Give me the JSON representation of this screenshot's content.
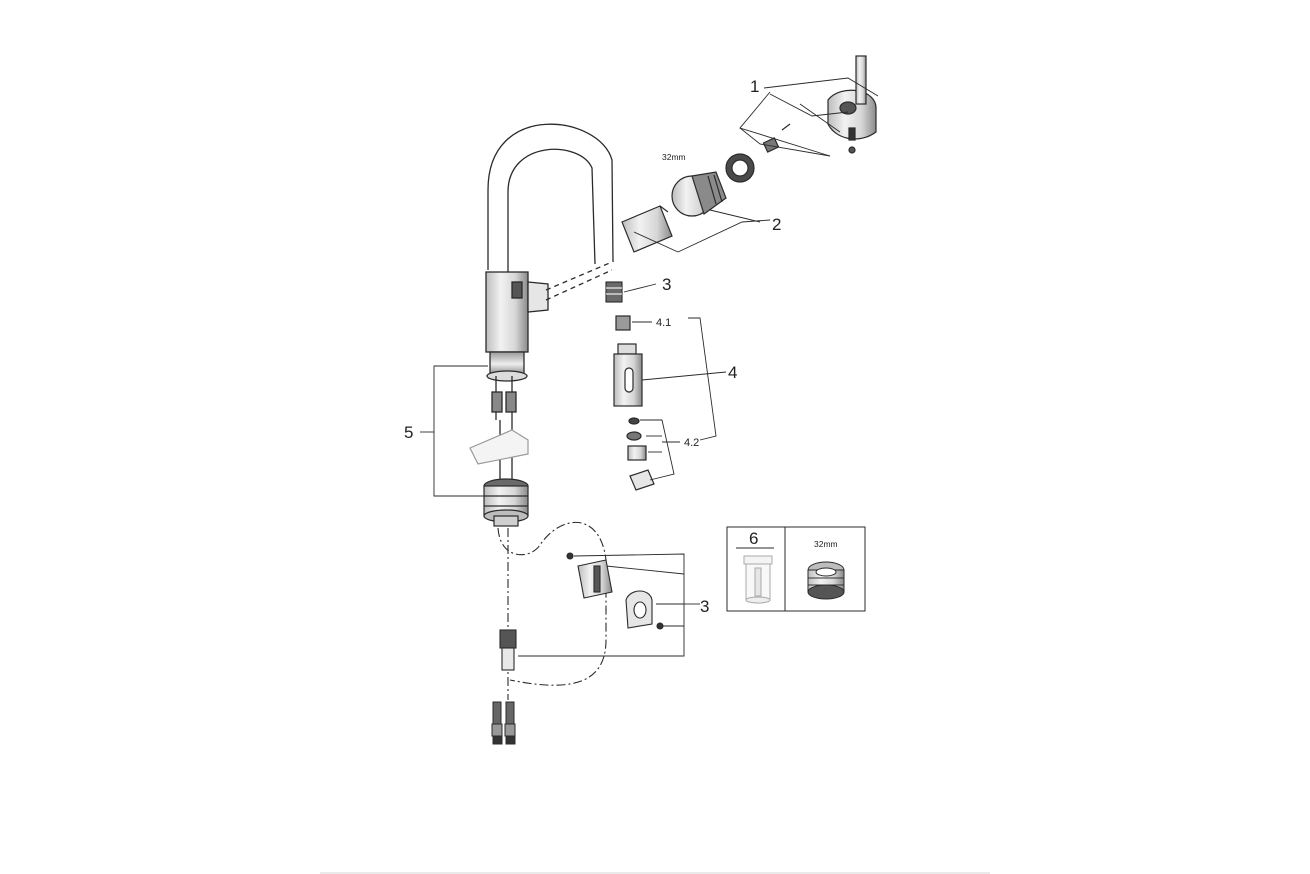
{
  "diagram": {
    "callouts": {
      "c1": "1",
      "c2": "2",
      "c3_upper": "3",
      "c3_lower": "3",
      "c4": "4",
      "c4_1": "4.1",
      "c4_2": "4.2",
      "c5": "5",
      "c6": "6"
    },
    "dimensions": {
      "cartridge": "32mm",
      "inset": "32mm"
    },
    "colors": {
      "line": "#2b2b2b",
      "part_fill": "#ffffff",
      "part_shade": "#cfcfcf",
      "dark_shade": "#4a4a4a",
      "background": "#ffffff"
    }
  }
}
